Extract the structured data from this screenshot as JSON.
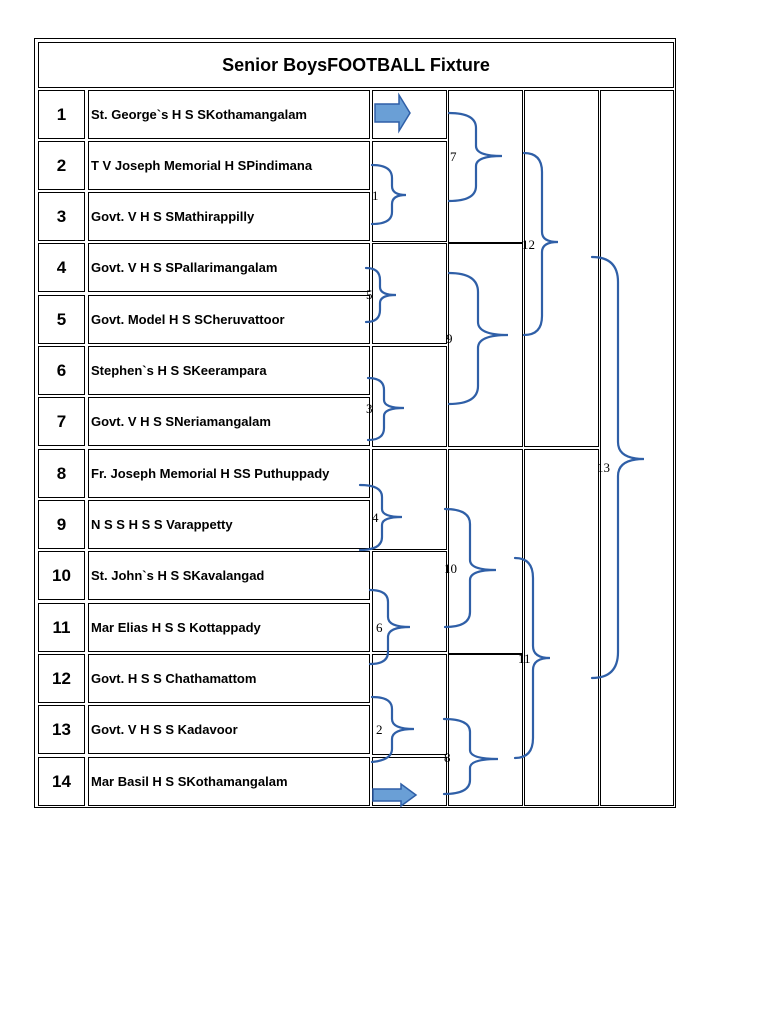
{
  "title": "Senior BoysFOOTBALL Fixture",
  "teams": [
    {
      "no": "1",
      "name": "St. George`s H S SKothamangalam"
    },
    {
      "no": "2",
      "name": "T V Joseph Memorial H SPindimana"
    },
    {
      "no": "3",
      "name": "Govt. V H S SMathirappilly"
    },
    {
      "no": "4",
      "name": "Govt. V H S SPallarimangalam"
    },
    {
      "no": "5",
      "name": "Govt. Model H S SCheruvattoor"
    },
    {
      "no": "6",
      "name": "Stephen`s H S SKeerampara"
    },
    {
      "no": "7",
      "name": "Govt. V H S SNeriamangalam"
    },
    {
      "no": "8",
      "name": "Fr. Joseph Memorial H SS Puthuppady"
    },
    {
      "no": "9",
      "name": "N S S H S S Varappetty"
    },
    {
      "no": "10",
      "name": "St. John`s H S SKavalangad"
    },
    {
      "no": "11",
      "name": "Mar Elias H S S  Kottappady"
    },
    {
      "no": "12",
      "name": "Govt. H S S Chathamattom"
    },
    {
      "no": "13",
      "name": "Govt. V H S S Kadavoor"
    },
    {
      "no": "14",
      "name": "Mar Basil H S SKothamangalam"
    }
  ],
  "matches": {
    "m1": "1",
    "m2": "2",
    "m3": "3",
    "m4": "4",
    "m5": "5",
    "m6": "6",
    "m7": "7",
    "m8": "8",
    "m9": "9",
    "m10": "10",
    "m11": "11",
    "m12": "12",
    "m13": "13"
  },
  "colors": {
    "bracket": "#2f5fa7",
    "arrow_fill": "#6a9fd6",
    "grid": "#000000"
  }
}
